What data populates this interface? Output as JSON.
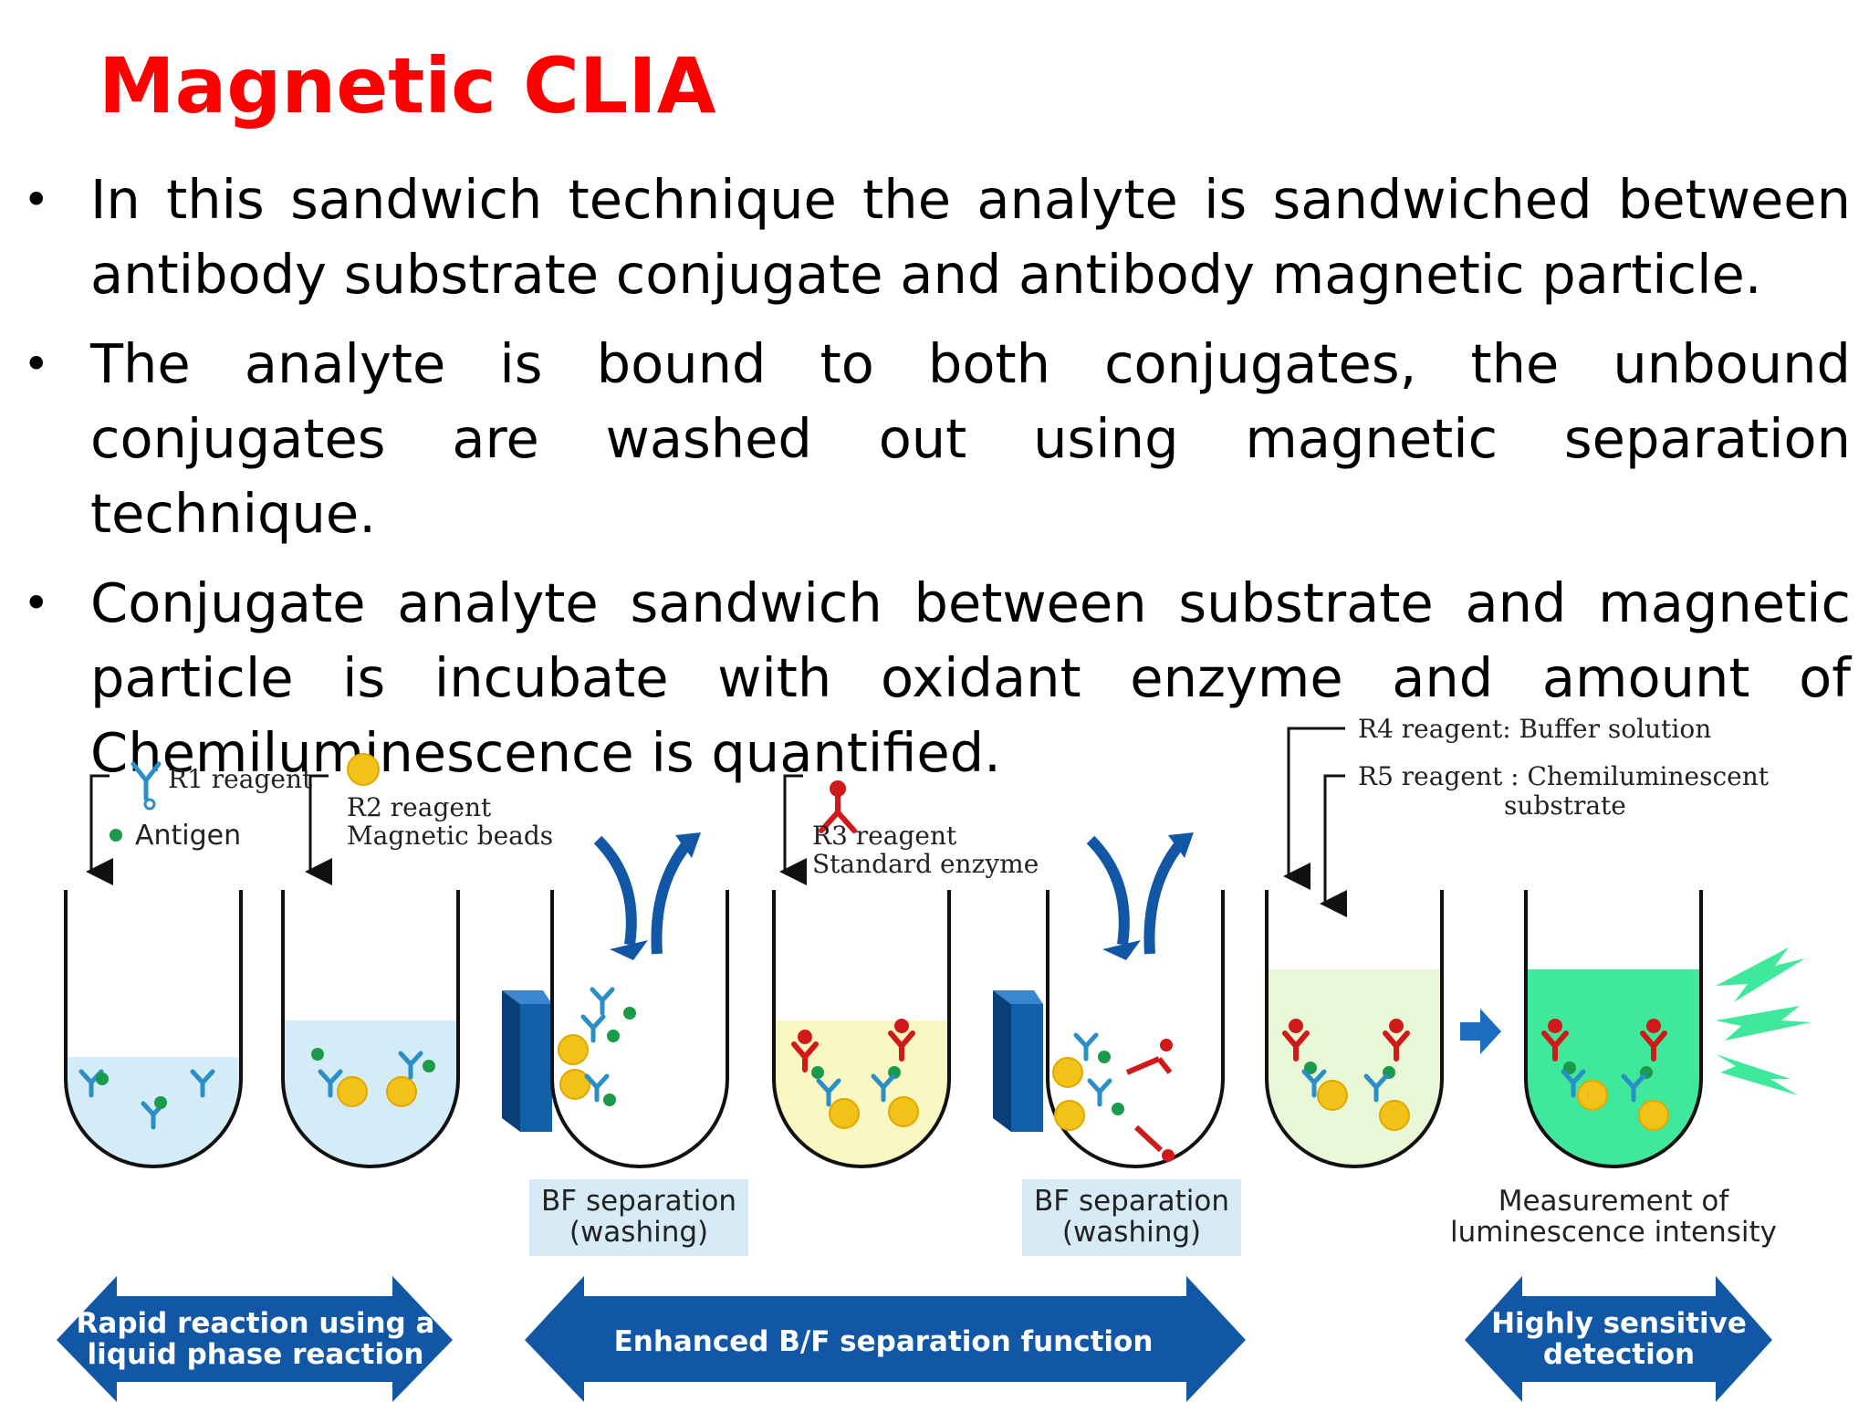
{
  "title": "Magnetic CLIA",
  "bullets": [
    {
      "text": "In this sandwich technique the analyte is sandwiched between antibody substrate conjugate and antibody magnetic particle."
    },
    {
      "text": "The analyte is bound to both conjugates, the unbound conjugates are washed out using magnetic separation technique."
    },
    {
      "text": "Conjugate analyte sandwich between substrate and magnetic particle is incubate with oxidant enzyme and amount of Chemiluminescence is quantified."
    }
  ],
  "diagram": {
    "reagents": {
      "r1": "R1 reagent",
      "antigen": "Antigen",
      "r2_line1": "R2 reagent",
      "r2_line2": "Magnetic beads",
      "r3_line1": "R3 reagent",
      "r3_line2": "Standard enzyme",
      "r4": "R4 reagent: Buffer solution",
      "r5_line1": "R5 reagent : Chemiluminescent",
      "r5_line2": "substrate"
    },
    "bf_separation": {
      "line1": "BF separation",
      "line2": "(washing)"
    },
    "measurement": {
      "line1": "Measurement of",
      "line2": "luminescence intensity"
    },
    "arrows": {
      "left_line1": "Rapid reaction using a",
      "left_line2": "liquid phase reaction",
      "middle": "Enhanced B/F separation function",
      "right_line1": "Highly sensitive",
      "right_line2": "detection"
    },
    "colors": {
      "title": "#ff0000",
      "arrow_band": "#1157a6",
      "antibody_blue": "#2a8ec8",
      "antigen_green": "#1a9a4a",
      "bead_yellow": "#f2c218",
      "enzyme_red": "#d01a1a",
      "liquid_light_blue": "#d3ecf7",
      "liquid_yellow": "#fbf7c2",
      "liquid_green_light": "#e8f8d6",
      "liquid_green": "#3fe89a",
      "magnet_blue": "#1460a8",
      "caption_box": "#d6ebf6"
    }
  }
}
